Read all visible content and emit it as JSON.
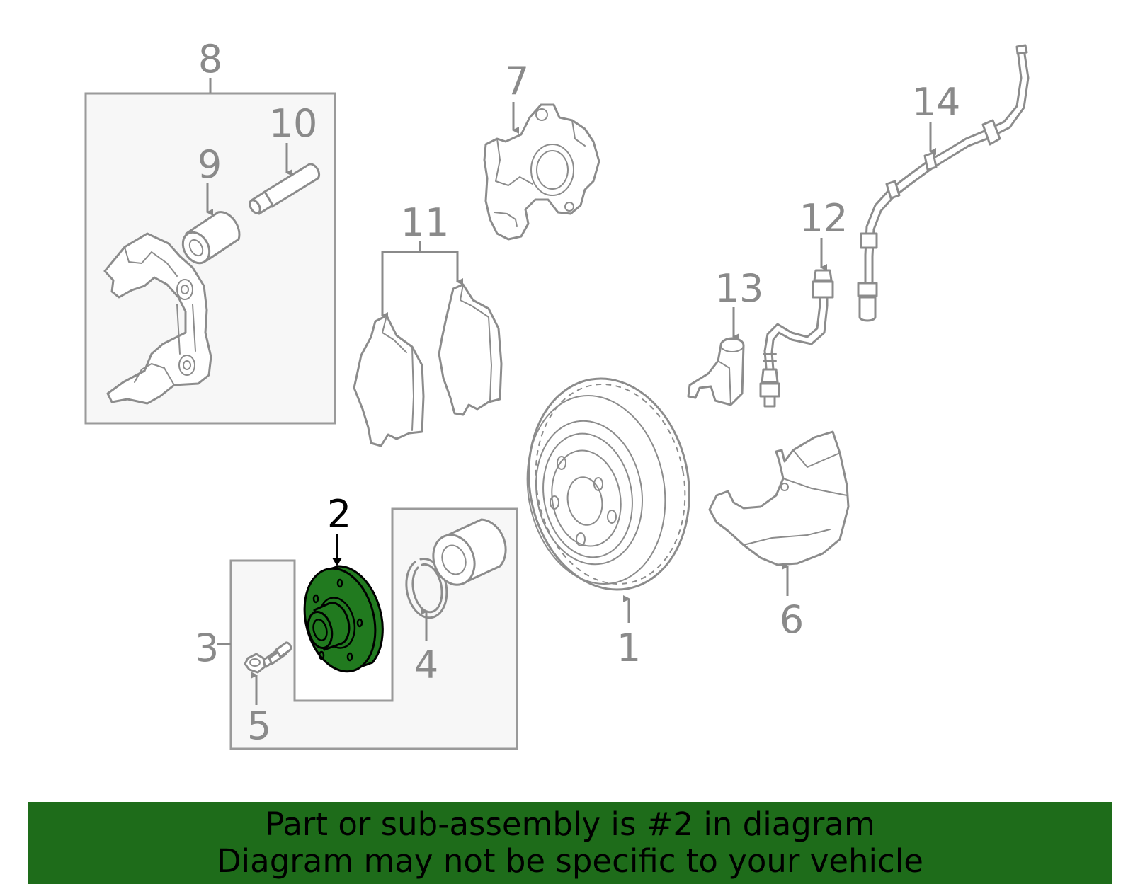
{
  "diagram": {
    "highlighted_part": "2",
    "highlight_color": "#217a1f",
    "labels": {
      "p1": "1",
      "p2": "2",
      "p3": "3",
      "p4": "4",
      "p5": "5",
      "p6": "6",
      "p7": "7",
      "p8": "8",
      "p9": "9",
      "p10": "10",
      "p11": "11",
      "p12": "12",
      "p13": "13",
      "p14": "14"
    }
  },
  "banner": {
    "line1": "Part or sub-assembly is #2 in diagram",
    "line2": "Diagram may not be specific to your vehicle",
    "background": "#1e6c1a"
  }
}
